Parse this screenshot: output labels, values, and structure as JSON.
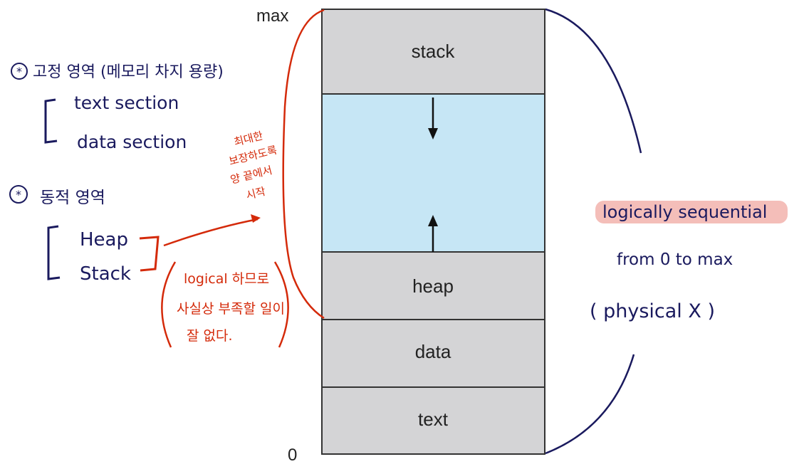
{
  "memory_layout": {
    "top_label": "max",
    "bottom_label": "0",
    "segments": [
      {
        "label": "stack",
        "fill": "#d4d4d6"
      },
      {
        "label": "",
        "fill": "#c6e6f5"
      },
      {
        "label": "heap",
        "fill": "#d4d4d6"
      },
      {
        "label": "data",
        "fill": "#d4d4d6"
      },
      {
        "label": "text",
        "fill": "#d4d4d6"
      }
    ]
  },
  "notes_left": {
    "fixed_area": {
      "title": "고정 영역 (메모리 차지 용량)",
      "items": [
        "text section",
        "data section"
      ]
    },
    "dynamic_area": {
      "title": "동적 영역",
      "items": [
        "Heap",
        "Stack"
      ]
    }
  },
  "red_notes": {
    "top": [
      "최대한",
      "보장하도록",
      "양 끝에서",
      "시작"
    ],
    "bottom": [
      "logical 하므로",
      "사실상 부족할 일이",
      "잘 없다."
    ]
  },
  "right_notes": {
    "highlight": "logically sequential",
    "line2": "from 0 to max",
    "line3": "( physical X )"
  },
  "colors": {
    "navy_ink": "#1a1a5e",
    "red_ink": "#d42a0a",
    "highlight": "#f2b3ad",
    "segment_gray": "#d4d4d6",
    "free_space_blue": "#c6e6f5"
  }
}
